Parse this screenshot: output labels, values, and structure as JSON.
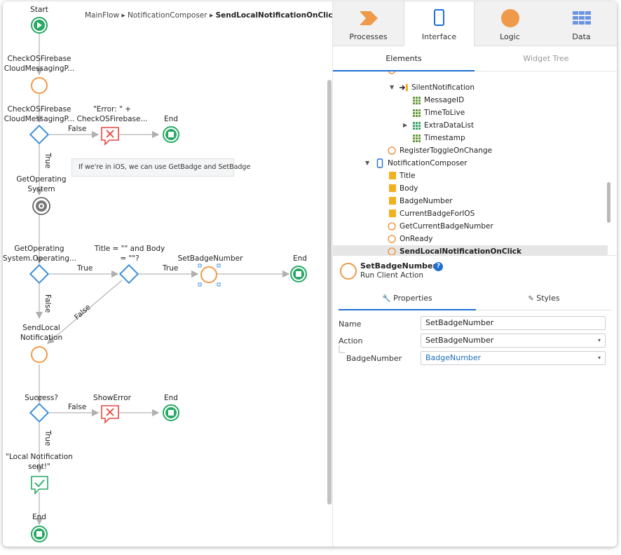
{
  "breadcrumb": {
    "flow": "MainFlow",
    "composer": "NotificationComposer",
    "action": "SendLocalNotificationOnClick",
    "sep": "▸"
  },
  "flow": {
    "start": "Start",
    "check1_l1": "CheckOSFirebase",
    "check1_l2": "CloudMessagingP...",
    "check2_l1": "CheckOSFirebase",
    "check2_l2": "CloudMessagingP...",
    "error_l1": "\"Error: \" +",
    "error_l2": "CheckOSFirebase...",
    "end1": "End",
    "false1": "False",
    "true1": "True",
    "comment": "If we're in iOS, we can use GetBadge and SetBadge",
    "getos_l1": "GetOperating",
    "getos_l2": "System",
    "getos2_l1": "GetOperating",
    "getos2_l2": "System.Operating...",
    "title_cond_l1": "Title = \"\" and Body",
    "title_cond_l2": "= \"\"?",
    "setbadge": "SetBadgeNumber",
    "end2": "End",
    "true2": "True",
    "true3": "True",
    "false2": "False",
    "false3": "False",
    "sendlocal_l1": "SendLocal",
    "sendlocal_l2": "Notification",
    "success": "Success?",
    "showerror": "ShowError",
    "end3": "End",
    "false4": "False",
    "true4": "True",
    "msg_l1": "\"Local Notification",
    "msg_l2": "sent!\"",
    "end4": "End"
  },
  "tabs": [
    {
      "label": "Processes",
      "icon": "processes-icon"
    },
    {
      "label": "Interface",
      "icon": "interface-icon"
    },
    {
      "label": "Logic",
      "icon": "logic-icon"
    },
    {
      "label": "Data",
      "icon": "data-icon"
    }
  ],
  "subtabs": {
    "elements": "Elements",
    "widget_tree": "Widget Tree"
  },
  "tree": {
    "silent": "SilentNotification",
    "message_id": "MessageID",
    "time_to_live": "TimeToLive",
    "extra_data": "ExtraDataList",
    "timestamp": "Timestamp",
    "register": "RegisterToggleOnChange",
    "composer": "NotificationComposer",
    "title": "Title",
    "body": "Body",
    "badge_number": "BadgeNumber",
    "current_badge": "CurrentBadgeForIOS",
    "get_current": "GetCurrentBadgeNumber",
    "on_ready": "OnReady",
    "send_local": "SendLocalNotificationOnClick"
  },
  "props": {
    "title": "SetBadgeNumber",
    "subtitle": "Run Client Action",
    "help": "?",
    "tab_properties": "Properties",
    "tab_styles": "Styles",
    "name_label": "Name",
    "name_value": "SetBadgeNumber",
    "action_label": "Action",
    "action_value": "SetBadgeNumber",
    "param_label": "BadgeNumber",
    "param_value": "BadgeNumber"
  },
  "colors": {
    "green": "#27a865",
    "orange": "#ee9a4a",
    "blue": "#3f8fdc",
    "red": "#e8473f",
    "link": "#1f6fb8",
    "active_tab": "#1c70d6"
  }
}
